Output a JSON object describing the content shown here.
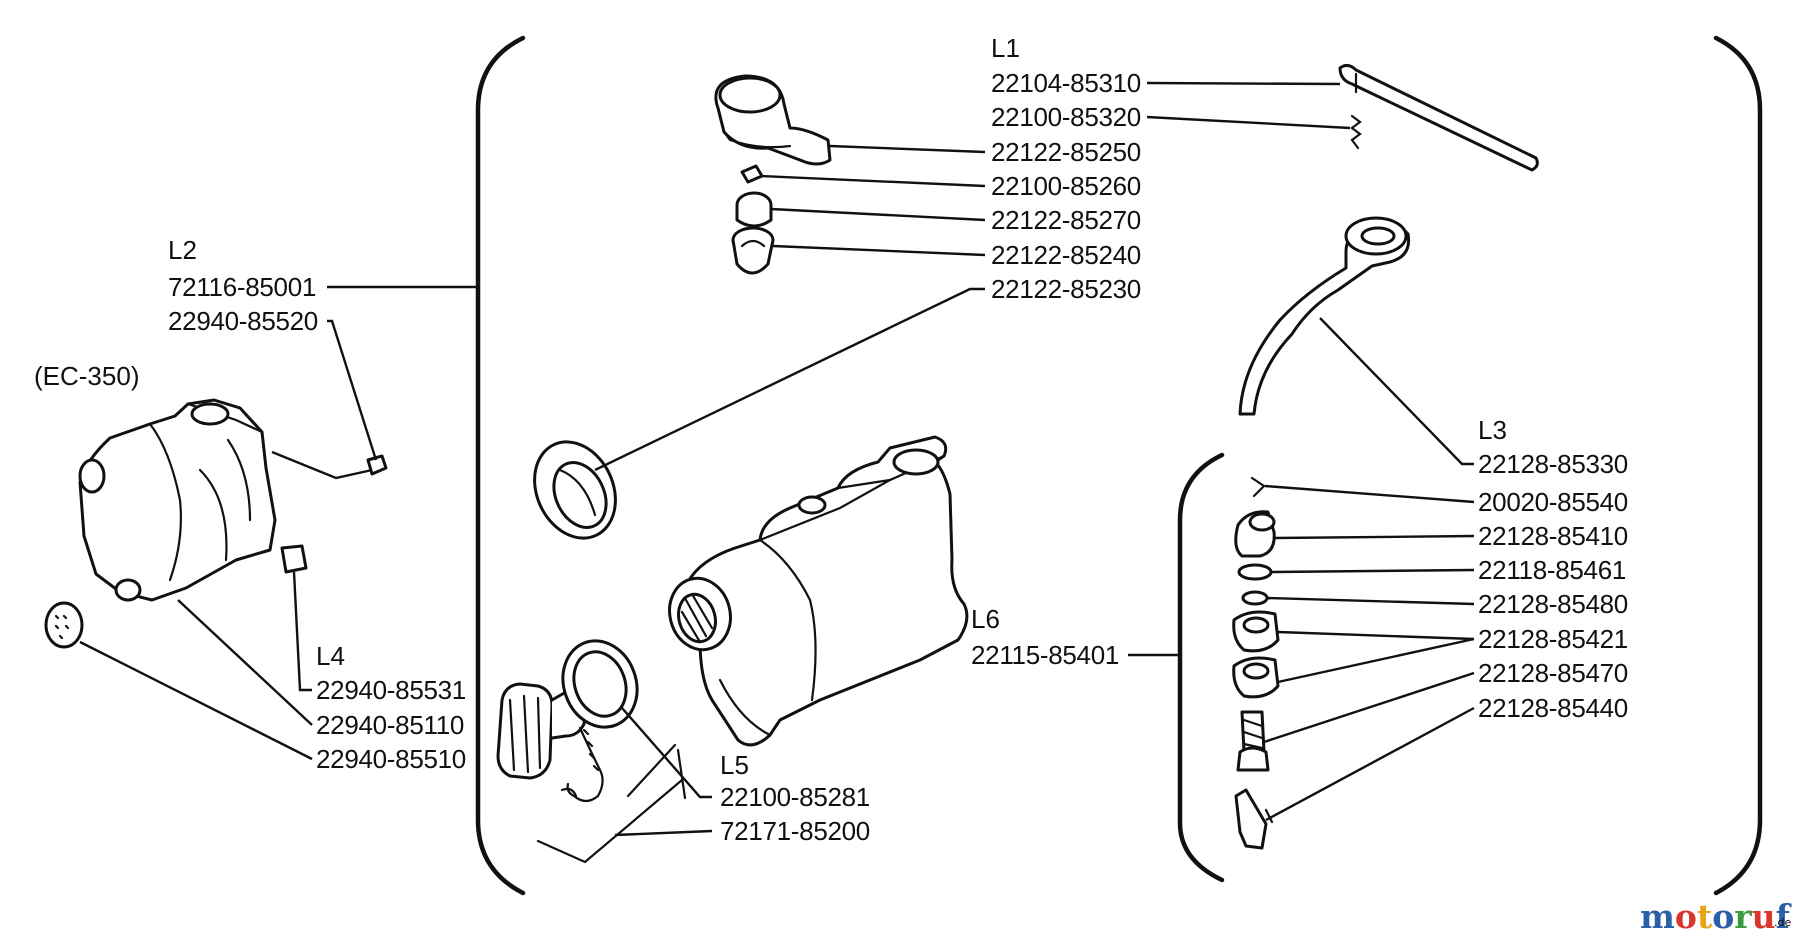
{
  "groups": {
    "L1": "L1",
    "L2": "L2",
    "L3": "L3",
    "L4": "L4",
    "L5": "L5",
    "L6": "L6"
  },
  "variant": "(EC-350)",
  "parts": {
    "p_22104_85310": "22104-85310",
    "p_22100_85320": "22100-85320",
    "p_22122_85250": "22122-85250",
    "p_22100_85260": "22100-85260",
    "p_22122_85270": "22122-85270",
    "p_22122_85240": "22122-85240",
    "p_22122_85230": "22122-85230",
    "p_72116_85001": "72116-85001",
    "p_22940_85520": "22940-85520",
    "p_22128_85330": "22128-85330",
    "p_20020_85540": "20020-85540",
    "p_22128_85410": "22128-85410",
    "p_22118_85461": "22118-85461",
    "p_22128_85480": "22128-85480",
    "p_22128_85421": "22128-85421",
    "p_22128_85470": "22128-85470",
    "p_22128_85440": "22128-85440",
    "p_22115_85401": "22115-85401",
    "p_22940_85531": "22940-85531",
    "p_22940_85110": "22940-85110",
    "p_22940_85510": "22940-85510",
    "p_22100_85281": "22100-85281",
    "p_72171_85200": "72171-85200"
  },
  "watermark": {
    "letters": [
      "m",
      "o",
      "t",
      "o",
      "r",
      "u",
      "f"
    ],
    "letter_colors": [
      "#2b5fa8",
      "#d9362b",
      "#e8a316",
      "#2b5fa8",
      "#3a9a3e",
      "#d9362b",
      "#2b5fa8"
    ],
    "suffix": ".de"
  }
}
